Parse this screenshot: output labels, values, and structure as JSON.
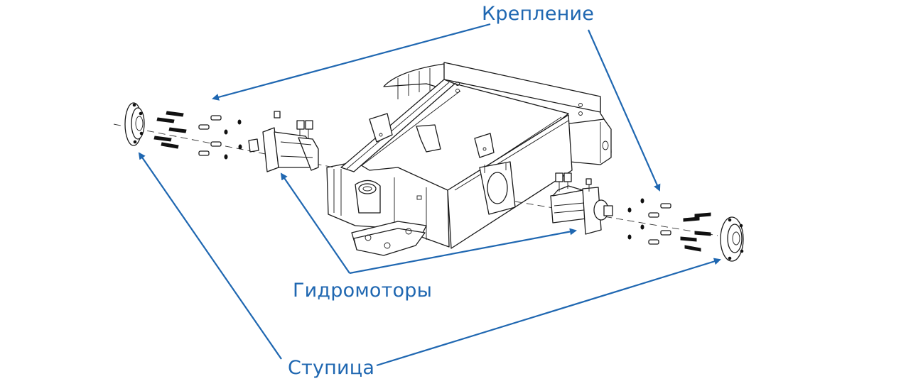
{
  "diagram": {
    "labels": {
      "mount": "Крепление",
      "motors": "Гидромоторы",
      "hub": "Ступица"
    },
    "callout_color": "#1f67b1",
    "line_color": "#1a1a1a",
    "parts": [
      "frame",
      "hydraulic-motor-left",
      "hydraulic-motor-right",
      "hub-left",
      "hub-right",
      "fasteners-left",
      "fasteners-right"
    ]
  }
}
